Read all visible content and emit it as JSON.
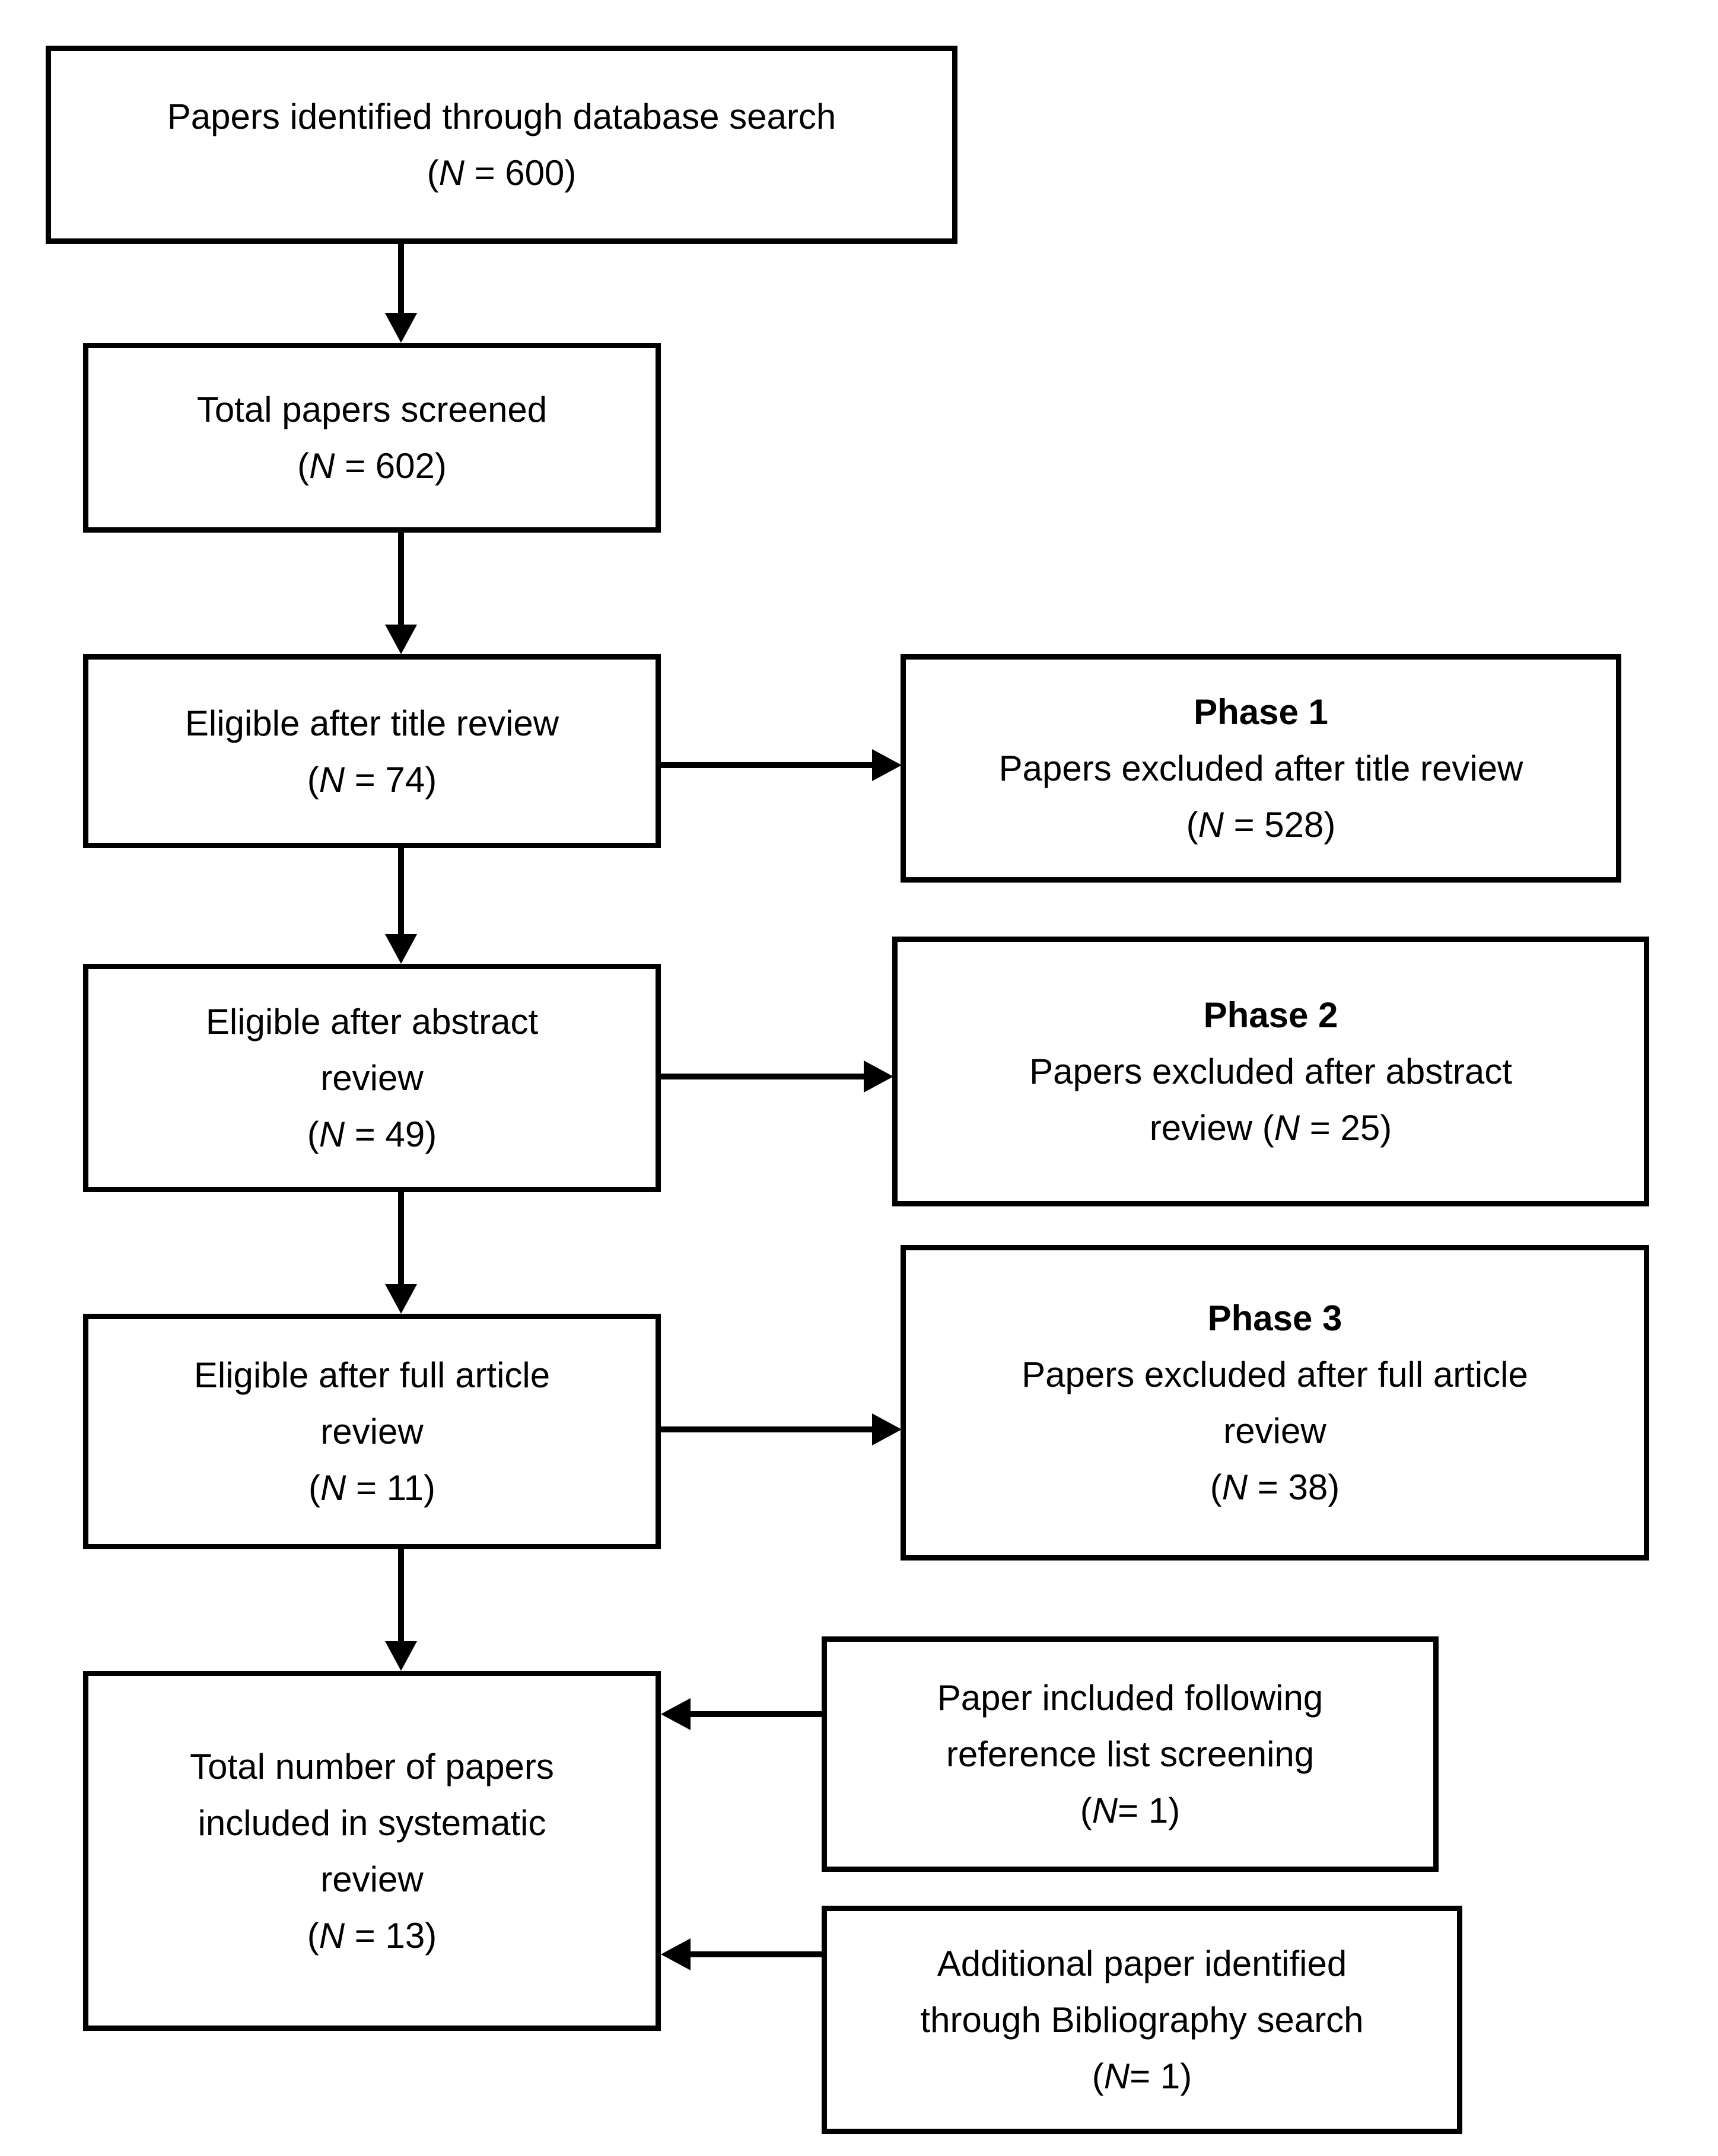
{
  "figure": {
    "type": "flow-diagram",
    "background_color": "#ffffff",
    "line_color": "#000000"
  },
  "boxes": {
    "identified": {
      "lines": [
        "Papers identified through database search"
      ],
      "n": {
        "pre": "(",
        "it": "N",
        "post": " = 600)"
      }
    },
    "screened": {
      "lines": [
        "Total papers screened"
      ],
      "n": {
        "pre": "(",
        "it": "N",
        "post": " = 602)"
      }
    },
    "title_review": {
      "lines": [
        "Eligible after title review"
      ],
      "n": {
        "pre": "(",
        "it": "N",
        "post": " = 74)"
      }
    },
    "abstract_review": {
      "lines": [
        "Eligible after abstract",
        "review"
      ],
      "n": {
        "pre": "(",
        "it": "N",
        "post": " = 49)"
      }
    },
    "full_article_review": {
      "lines": [
        "Eligible after full article",
        "review"
      ],
      "n": {
        "pre": "(",
        "it": "N",
        "post": " = 11)"
      }
    },
    "included_total": {
      "lines": [
        "Total number of papers",
        "included in systematic",
        "review"
      ],
      "n": {
        "pre": "(",
        "it": "N",
        "post": " = 13)"
      }
    },
    "phase1": {
      "title": "Phase 1",
      "lines": [
        "Papers excluded after title review"
      ],
      "n": {
        "pre": "(",
        "it": "N",
        "post": " = 528)"
      }
    },
    "phase2": {
      "title": "Phase 2",
      "lines": [
        "Papers excluded after abstract"
      ],
      "n": {
        "pre": "review (",
        "it": "N",
        "post": " = 25)"
      }
    },
    "phase3": {
      "title": "Phase 3",
      "lines": [
        "Papers excluded after full article",
        "review"
      ],
      "n": {
        "pre": "(",
        "it": "N",
        "post": " = 38)"
      }
    },
    "reference_list": {
      "lines": [
        "Paper included following",
        "reference list screening"
      ],
      "n": {
        "pre": "(",
        "it": "N",
        "post": "= 1)"
      }
    },
    "bibliography": {
      "lines": [
        "Additional paper identified",
        "through Bibliography search"
      ],
      "n": {
        "pre": "(",
        "it": "N",
        "post": "= 1)"
      }
    }
  }
}
